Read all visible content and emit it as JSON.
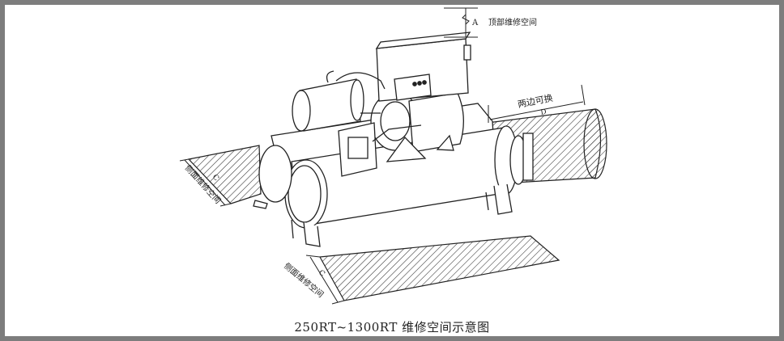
{
  "caption": "250RT~1300RT 维修空间示意图",
  "labels": {
    "top_space": "顶部维修空间",
    "top_marker": "A",
    "tube_swap": "两边可换",
    "tube_marker": "D",
    "side_space": "侧面维修空间",
    "side_marker": "C"
  },
  "colors": {
    "frame": "#7d7d7d",
    "line": "#222222",
    "hatch": "#333333"
  }
}
